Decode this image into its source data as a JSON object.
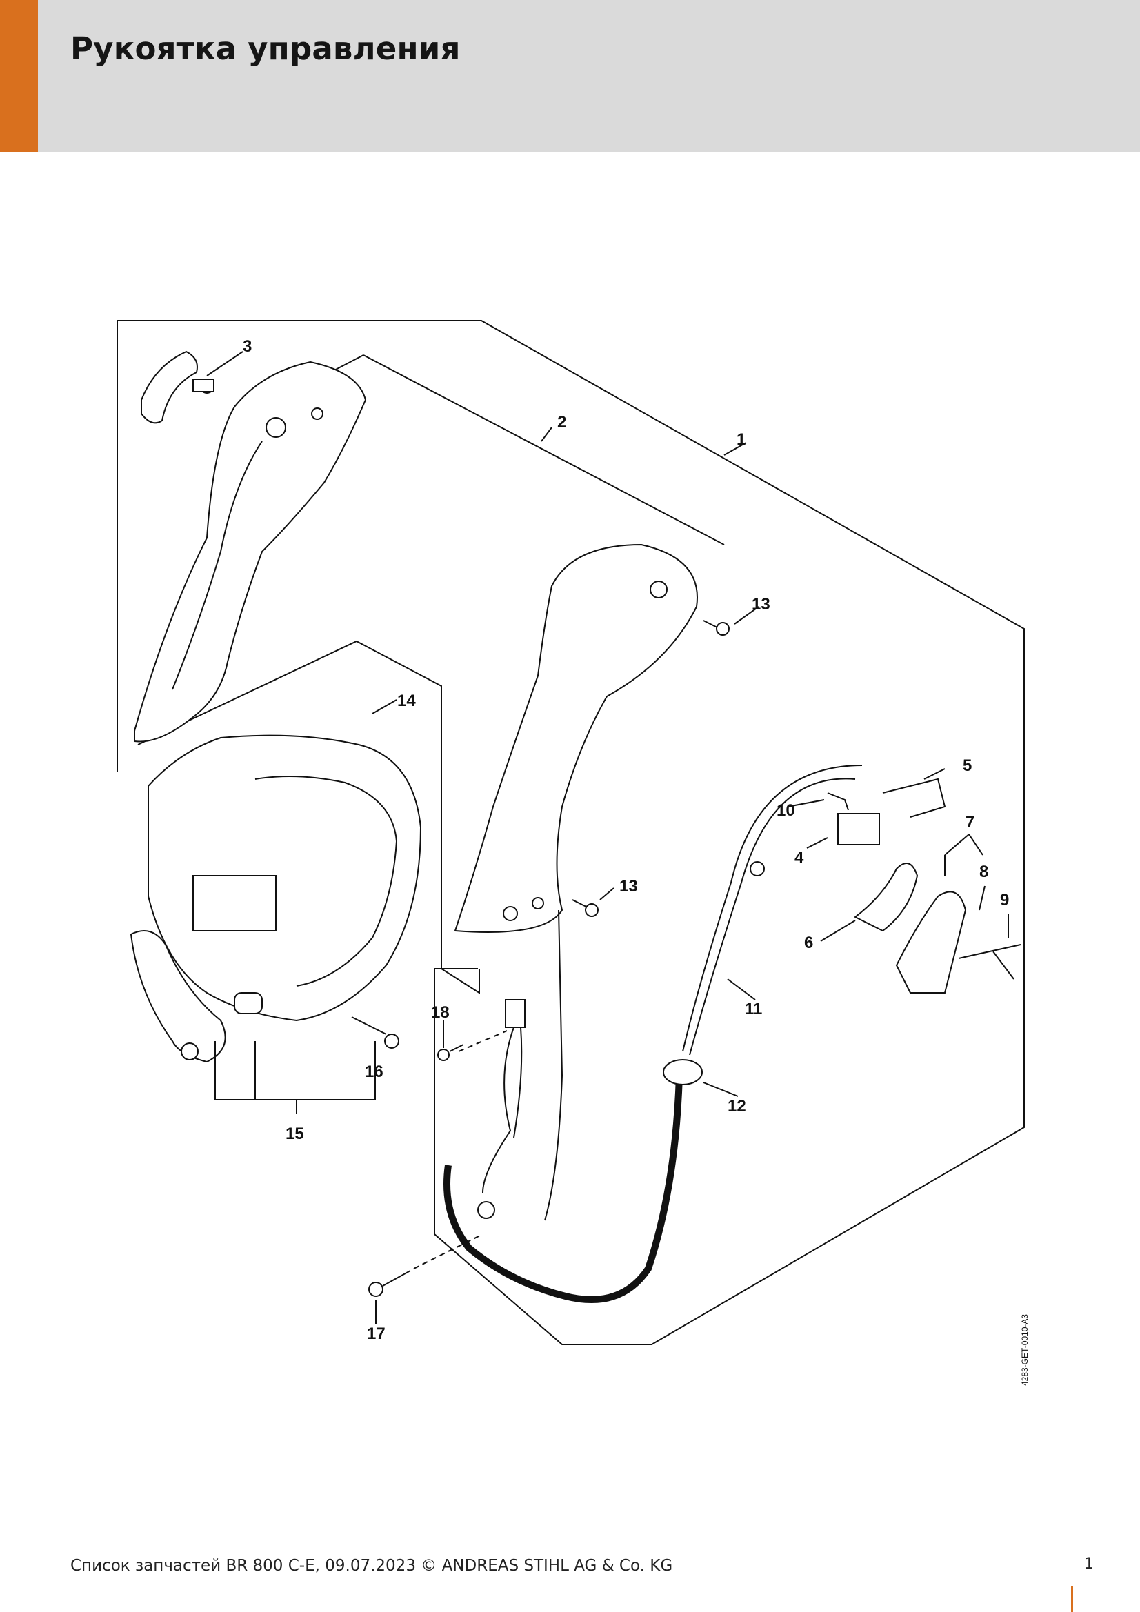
{
  "header": {
    "title": "Рукоятка управления",
    "accent_color": "#d9701e",
    "band_color": "#dadada"
  },
  "diagram": {
    "callouts": [
      "1",
      "2",
      "3",
      "4",
      "5",
      "6",
      "7",
      "8",
      "9",
      "10",
      "11",
      "12",
      "13",
      "13",
      "14",
      "15",
      "16",
      "17",
      "18"
    ],
    "drawing_code": "4283-GET-0010-A3"
  },
  "footer": {
    "text": "Список запчастей BR 800 C-E, 09.07.2023 © ANDREAS STIHL AG & Co. KG",
    "page_number": "1"
  }
}
